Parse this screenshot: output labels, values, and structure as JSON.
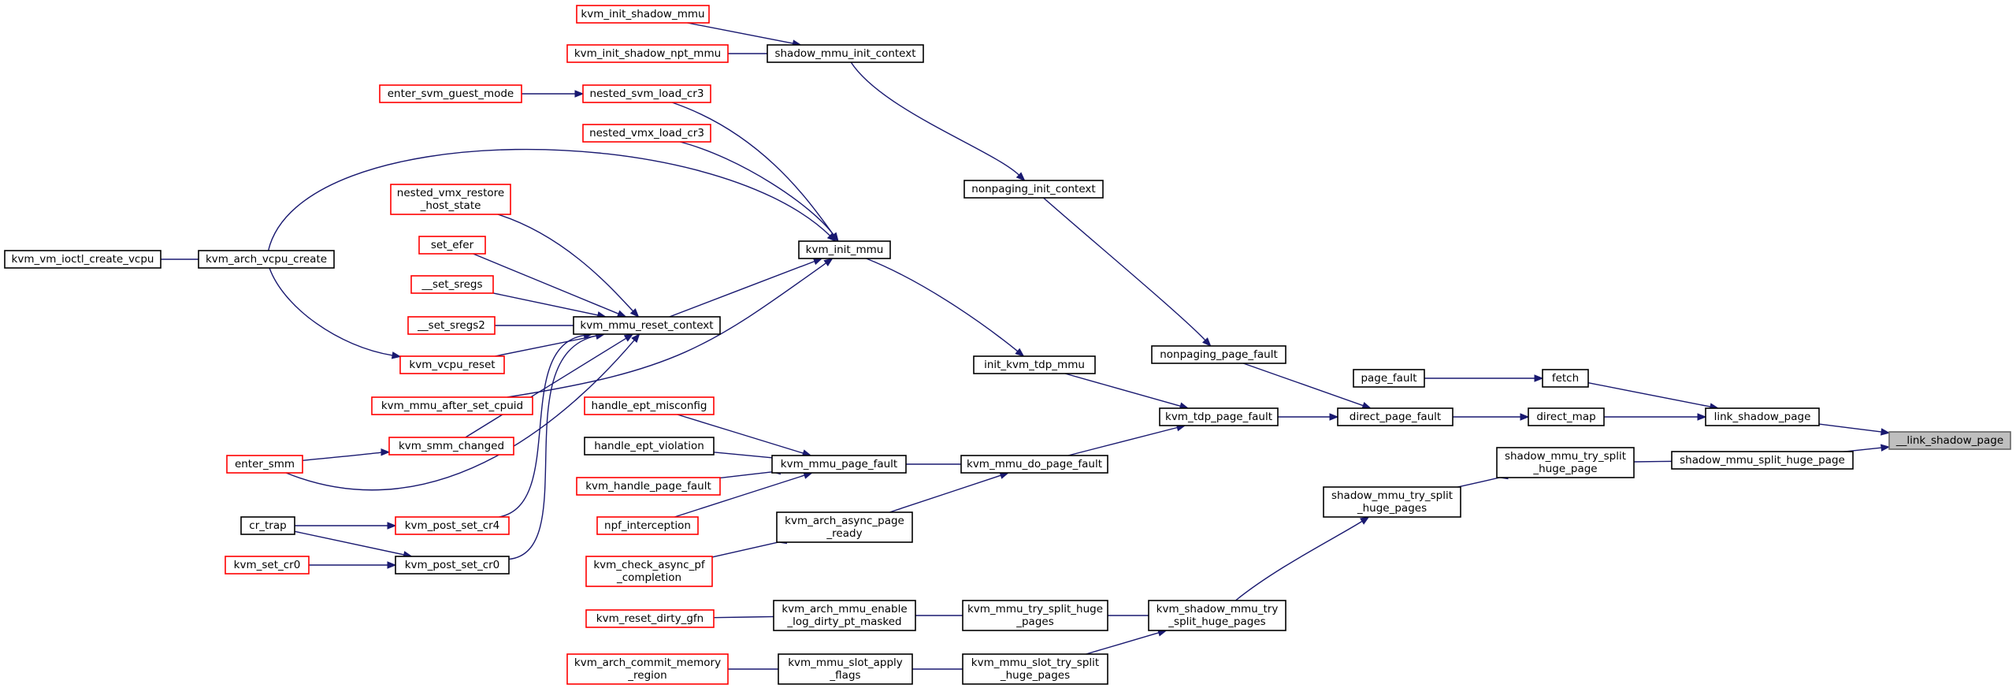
{
  "colors": {
    "edge": "#191970",
    "border_documented": "#000000",
    "border_undocumented": "#ff0000",
    "focus_fill": "#bfbfbf",
    "node_fill": "#ffffff"
  },
  "nodes": [
    {
      "id": "link_shadow_page_focus",
      "lines": [
        "__link_shadow_page"
      ],
      "style": "focus"
    },
    {
      "id": "link_shadow_page",
      "lines": [
        "link_shadow_page"
      ],
      "style": "black"
    },
    {
      "id": "shadow_mmu_split_huge_page",
      "lines": [
        "shadow_mmu_split_huge_page"
      ],
      "style": "black"
    },
    {
      "id": "fetch",
      "lines": [
        "fetch"
      ],
      "style": "black"
    },
    {
      "id": "direct_map",
      "lines": [
        "direct_map"
      ],
      "style": "black"
    },
    {
      "id": "page_fault",
      "lines": [
        "page_fault"
      ],
      "style": "black"
    },
    {
      "id": "direct_page_fault",
      "lines": [
        "direct_page_fault"
      ],
      "style": "black"
    },
    {
      "id": "nonpaging_page_fault",
      "lines": [
        "nonpaging_page_fault"
      ],
      "style": "black"
    },
    {
      "id": "kvm_tdp_page_fault",
      "lines": [
        "kvm_tdp_page_fault"
      ],
      "style": "black"
    },
    {
      "id": "nonpaging_init_context",
      "lines": [
        "nonpaging_init_context"
      ],
      "style": "black"
    },
    {
      "id": "init_kvm_tdp_mmu",
      "lines": [
        "init_kvm_tdp_mmu"
      ],
      "style": "black"
    },
    {
      "id": "kvm_mmu_do_page_fault",
      "lines": [
        "kvm_mmu_do_page_fault"
      ],
      "style": "black"
    },
    {
      "id": "shadow_mmu_init_context",
      "lines": [
        "shadow_mmu_init_context"
      ],
      "style": "black"
    },
    {
      "id": "kvm_init_shadow_mmu",
      "lines": [
        "kvm_init_shadow_mmu"
      ],
      "style": "red"
    },
    {
      "id": "kvm_init_shadow_npt_mmu",
      "lines": [
        "kvm_init_shadow_npt_mmu"
      ],
      "style": "red"
    },
    {
      "id": "kvm_init_mmu",
      "lines": [
        "kvm_init_mmu"
      ],
      "style": "black"
    },
    {
      "id": "nested_svm_load_cr3",
      "lines": [
        "nested_svm_load_cr3"
      ],
      "style": "red"
    },
    {
      "id": "enter_svm_guest_mode",
      "lines": [
        "enter_svm_guest_mode"
      ],
      "style": "red"
    },
    {
      "id": "nested_vmx_load_cr3",
      "lines": [
        "nested_vmx_load_cr3"
      ],
      "style": "red"
    },
    {
      "id": "kvm_arch_vcpu_create",
      "lines": [
        "kvm_arch_vcpu_create"
      ],
      "style": "black"
    },
    {
      "id": "kvm_vm_ioctl_create_vcpu",
      "lines": [
        "kvm_vm_ioctl_create_vcpu"
      ],
      "style": "black"
    },
    {
      "id": "kvm_mmu_reset_context",
      "lines": [
        "kvm_mmu_reset_context"
      ],
      "style": "black"
    },
    {
      "id": "nested_vmx_restore_host_state",
      "lines": [
        "nested_vmx_restore",
        "_host_state"
      ],
      "style": "red"
    },
    {
      "id": "set_efer",
      "lines": [
        "set_efer"
      ],
      "style": "red"
    },
    {
      "id": "__set_sregs",
      "lines": [
        "__set_sregs"
      ],
      "style": "red"
    },
    {
      "id": "__set_sregs2",
      "lines": [
        "__set_sregs2"
      ],
      "style": "red"
    },
    {
      "id": "kvm_vcpu_reset",
      "lines": [
        "kvm_vcpu_reset"
      ],
      "style": "red"
    },
    {
      "id": "kvm_mmu_after_set_cpuid",
      "lines": [
        "kvm_mmu_after_set_cpuid"
      ],
      "style": "red"
    },
    {
      "id": "kvm_smm_changed",
      "lines": [
        "kvm_smm_changed"
      ],
      "style": "red"
    },
    {
      "id": "enter_smm",
      "lines": [
        "enter_smm"
      ],
      "style": "red"
    },
    {
      "id": "kvm_post_set_cr4",
      "lines": [
        "kvm_post_set_cr4"
      ],
      "style": "red"
    },
    {
      "id": "kvm_post_set_cr0",
      "lines": [
        "kvm_post_set_cr0"
      ],
      "style": "black"
    },
    {
      "id": "cr_trap",
      "lines": [
        "cr_trap"
      ],
      "style": "black"
    },
    {
      "id": "kvm_set_cr0",
      "lines": [
        "kvm_set_cr0"
      ],
      "style": "red"
    },
    {
      "id": "kvm_mmu_page_fault",
      "lines": [
        "kvm_mmu_page_fault"
      ],
      "style": "black"
    },
    {
      "id": "handle_ept_misconfig",
      "lines": [
        "handle_ept_misconfig"
      ],
      "style": "red"
    },
    {
      "id": "handle_ept_violation",
      "lines": [
        "handle_ept_violation"
      ],
      "style": "black"
    },
    {
      "id": "kvm_handle_page_fault",
      "lines": [
        "kvm_handle_page_fault"
      ],
      "style": "red"
    },
    {
      "id": "npf_interception",
      "lines": [
        "npf_interception"
      ],
      "style": "red"
    },
    {
      "id": "kvm_arch_async_page_ready",
      "lines": [
        "kvm_arch_async_page",
        "_ready"
      ],
      "style": "black"
    },
    {
      "id": "kvm_check_async_pf_completion",
      "lines": [
        "kvm_check_async_pf",
        "_completion"
      ],
      "style": "red"
    },
    {
      "id": "shadow_mmu_try_split_huge_page",
      "lines": [
        "shadow_mmu_try_split",
        "_huge_page"
      ],
      "style": "black"
    },
    {
      "id": "shadow_mmu_try_split_huge_pages",
      "lines": [
        "shadow_mmu_try_split",
        "_huge_pages"
      ],
      "style": "black"
    },
    {
      "id": "kvm_shadow_mmu_try_split_huge_pages",
      "lines": [
        "kvm_shadow_mmu_try",
        "_split_huge_pages"
      ],
      "style": "black"
    },
    {
      "id": "kvm_mmu_try_split_huge_pages",
      "lines": [
        "kvm_mmu_try_split_huge",
        "_pages"
      ],
      "style": "black"
    },
    {
      "id": "kvm_mmu_slot_try_split_huge_pages",
      "lines": [
        "kvm_mmu_slot_try_split",
        "_huge_pages"
      ],
      "style": "black"
    },
    {
      "id": "kvm_arch_mmu_enable_log_dirty_pt_masked",
      "lines": [
        "kvm_arch_mmu_enable",
        "_log_dirty_pt_masked"
      ],
      "style": "black"
    },
    {
      "id": "kvm_reset_dirty_gfn",
      "lines": [
        "kvm_reset_dirty_gfn"
      ],
      "style": "red"
    },
    {
      "id": "kvm_mmu_slot_apply_flags",
      "lines": [
        "kvm_mmu_slot_apply",
        "_flags"
      ],
      "style": "black"
    },
    {
      "id": "kvm_arch_commit_memory_region",
      "lines": [
        "kvm_arch_commit_memory",
        "_region"
      ],
      "style": "red"
    }
  ],
  "edges": [
    [
      "link_shadow_page",
      "link_shadow_page_focus"
    ],
    [
      "shadow_mmu_split_huge_page",
      "link_shadow_page_focus"
    ],
    [
      "fetch",
      "link_shadow_page"
    ],
    [
      "direct_map",
      "link_shadow_page"
    ],
    [
      "page_fault",
      "fetch"
    ],
    [
      "direct_page_fault",
      "direct_map"
    ],
    [
      "nonpaging_page_fault",
      "direct_page_fault"
    ],
    [
      "kvm_tdp_page_fault",
      "direct_page_fault"
    ],
    [
      "nonpaging_init_context",
      "nonpaging_page_fault"
    ],
    [
      "init_kvm_tdp_mmu",
      "kvm_tdp_page_fault"
    ],
    [
      "kvm_mmu_do_page_fault",
      "kvm_tdp_page_fault"
    ],
    [
      "shadow_mmu_init_context",
      "nonpaging_init_context"
    ],
    [
      "kvm_init_shadow_mmu",
      "shadow_mmu_init_context"
    ],
    [
      "kvm_init_shadow_npt_mmu",
      "shadow_mmu_init_context"
    ],
    [
      "kvm_init_mmu",
      "init_kvm_tdp_mmu"
    ],
    [
      "nested_svm_load_cr3",
      "kvm_init_mmu"
    ],
    [
      "enter_svm_guest_mode",
      "nested_svm_load_cr3"
    ],
    [
      "nested_vmx_load_cr3",
      "kvm_init_mmu"
    ],
    [
      "kvm_arch_vcpu_create",
      "kvm_init_mmu"
    ],
    [
      "kvm_vm_ioctl_create_vcpu",
      "kvm_arch_vcpu_create"
    ],
    [
      "kvm_arch_vcpu_create",
      "kvm_vcpu_reset"
    ],
    [
      "kvm_mmu_reset_context",
      "kvm_init_mmu"
    ],
    [
      "kvm_mmu_after_set_cpuid",
      "kvm_init_mmu"
    ],
    [
      "nested_vmx_restore_host_state",
      "kvm_mmu_reset_context"
    ],
    [
      "set_efer",
      "kvm_mmu_reset_context"
    ],
    [
      "__set_sregs",
      "kvm_mmu_reset_context"
    ],
    [
      "__set_sregs2",
      "kvm_mmu_reset_context"
    ],
    [
      "kvm_vcpu_reset",
      "kvm_mmu_reset_context"
    ],
    [
      "kvm_smm_changed",
      "kvm_mmu_reset_context"
    ],
    [
      "kvm_post_set_cr4",
      "kvm_mmu_reset_context"
    ],
    [
      "kvm_post_set_cr0",
      "kvm_mmu_reset_context"
    ],
    [
      "enter_smm",
      "kvm_smm_changed"
    ],
    [
      "enter_smm",
      "kvm_mmu_reset_context"
    ],
    [
      "cr_trap",
      "kvm_post_set_cr4"
    ],
    [
      "cr_trap",
      "kvm_post_set_cr0"
    ],
    [
      "kvm_set_cr0",
      "kvm_post_set_cr0"
    ],
    [
      "kvm_mmu_page_fault",
      "kvm_mmu_do_page_fault"
    ],
    [
      "kvm_arch_async_page_ready",
      "kvm_mmu_do_page_fault"
    ],
    [
      "handle_ept_misconfig",
      "kvm_mmu_page_fault"
    ],
    [
      "handle_ept_violation",
      "kvm_mmu_page_fault"
    ],
    [
      "kvm_handle_page_fault",
      "kvm_mmu_page_fault"
    ],
    [
      "npf_interception",
      "kvm_mmu_page_fault"
    ],
    [
      "kvm_check_async_pf_completion",
      "kvm_arch_async_page_ready"
    ],
    [
      "shadow_mmu_try_split_huge_page",
      "shadow_mmu_split_huge_page"
    ],
    [
      "shadow_mmu_try_split_huge_pages",
      "shadow_mmu_try_split_huge_page"
    ],
    [
      "kvm_shadow_mmu_try_split_huge_pages",
      "shadow_mmu_try_split_huge_pages"
    ],
    [
      "kvm_mmu_try_split_huge_pages",
      "kvm_shadow_mmu_try_split_huge_pages"
    ],
    [
      "kvm_mmu_slot_try_split_huge_pages",
      "kvm_shadow_mmu_try_split_huge_pages"
    ],
    [
      "kvm_arch_mmu_enable_log_dirty_pt_masked",
      "kvm_mmu_try_split_huge_pages"
    ],
    [
      "kvm_reset_dirty_gfn",
      "kvm_arch_mmu_enable_log_dirty_pt_masked"
    ],
    [
      "kvm_mmu_slot_apply_flags",
      "kvm_mmu_slot_try_split_huge_pages"
    ],
    [
      "kvm_arch_commit_memory_region",
      "kvm_mmu_slot_apply_flags"
    ]
  ]
}
